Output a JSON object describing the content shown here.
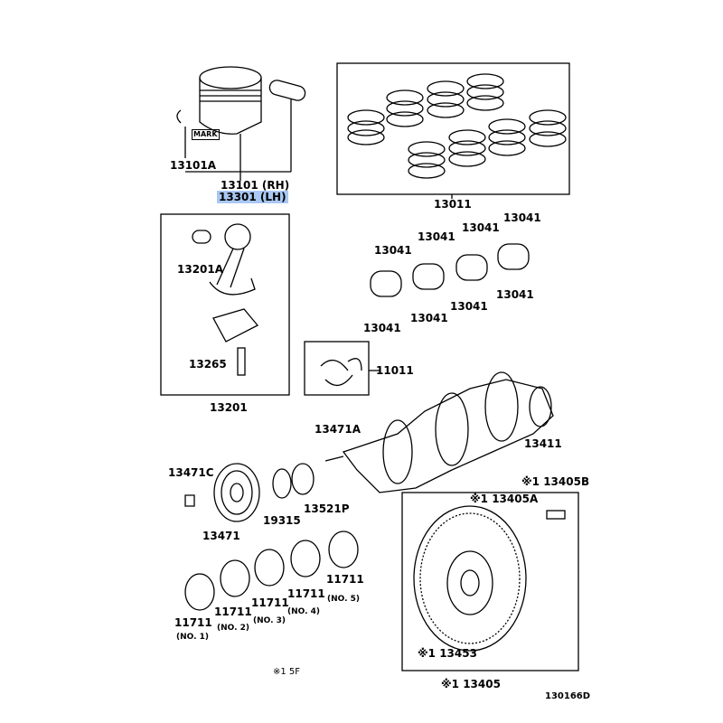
{
  "diagram_code": "130166D",
  "footnote": "※1  5F",
  "highlight_color": "#a9c8f3",
  "labels": {
    "piston_mark": "MARK",
    "snap_ring": "13101A",
    "piston_rh": "13101 (RH)",
    "piston_lh": "13301 (LH)",
    "ring_set": "13011",
    "rod_bushing": "13201A",
    "rod_bolt": "13265",
    "conn_rod": "13201",
    "rod_bearing": "13041",
    "thrust_washer": "11011",
    "crank_key": "13471A",
    "crankshaft": "13411",
    "pulley_bolt": "13471C",
    "pulley": "13471",
    "gear_washer": "19315",
    "crank_gear": "13521P",
    "flywheel_bolt": "※1 13405B",
    "flywheel_pin": "※1 13405A",
    "ring_gear": "※1 13453",
    "flywheel": "※1 13405",
    "main_bearing": "11711",
    "no1": "(NO. 1)",
    "no2": "(NO. 2)",
    "no3": "(NO. 3)",
    "no4": "(NO. 4)",
    "no5": "(NO. 5)"
  }
}
